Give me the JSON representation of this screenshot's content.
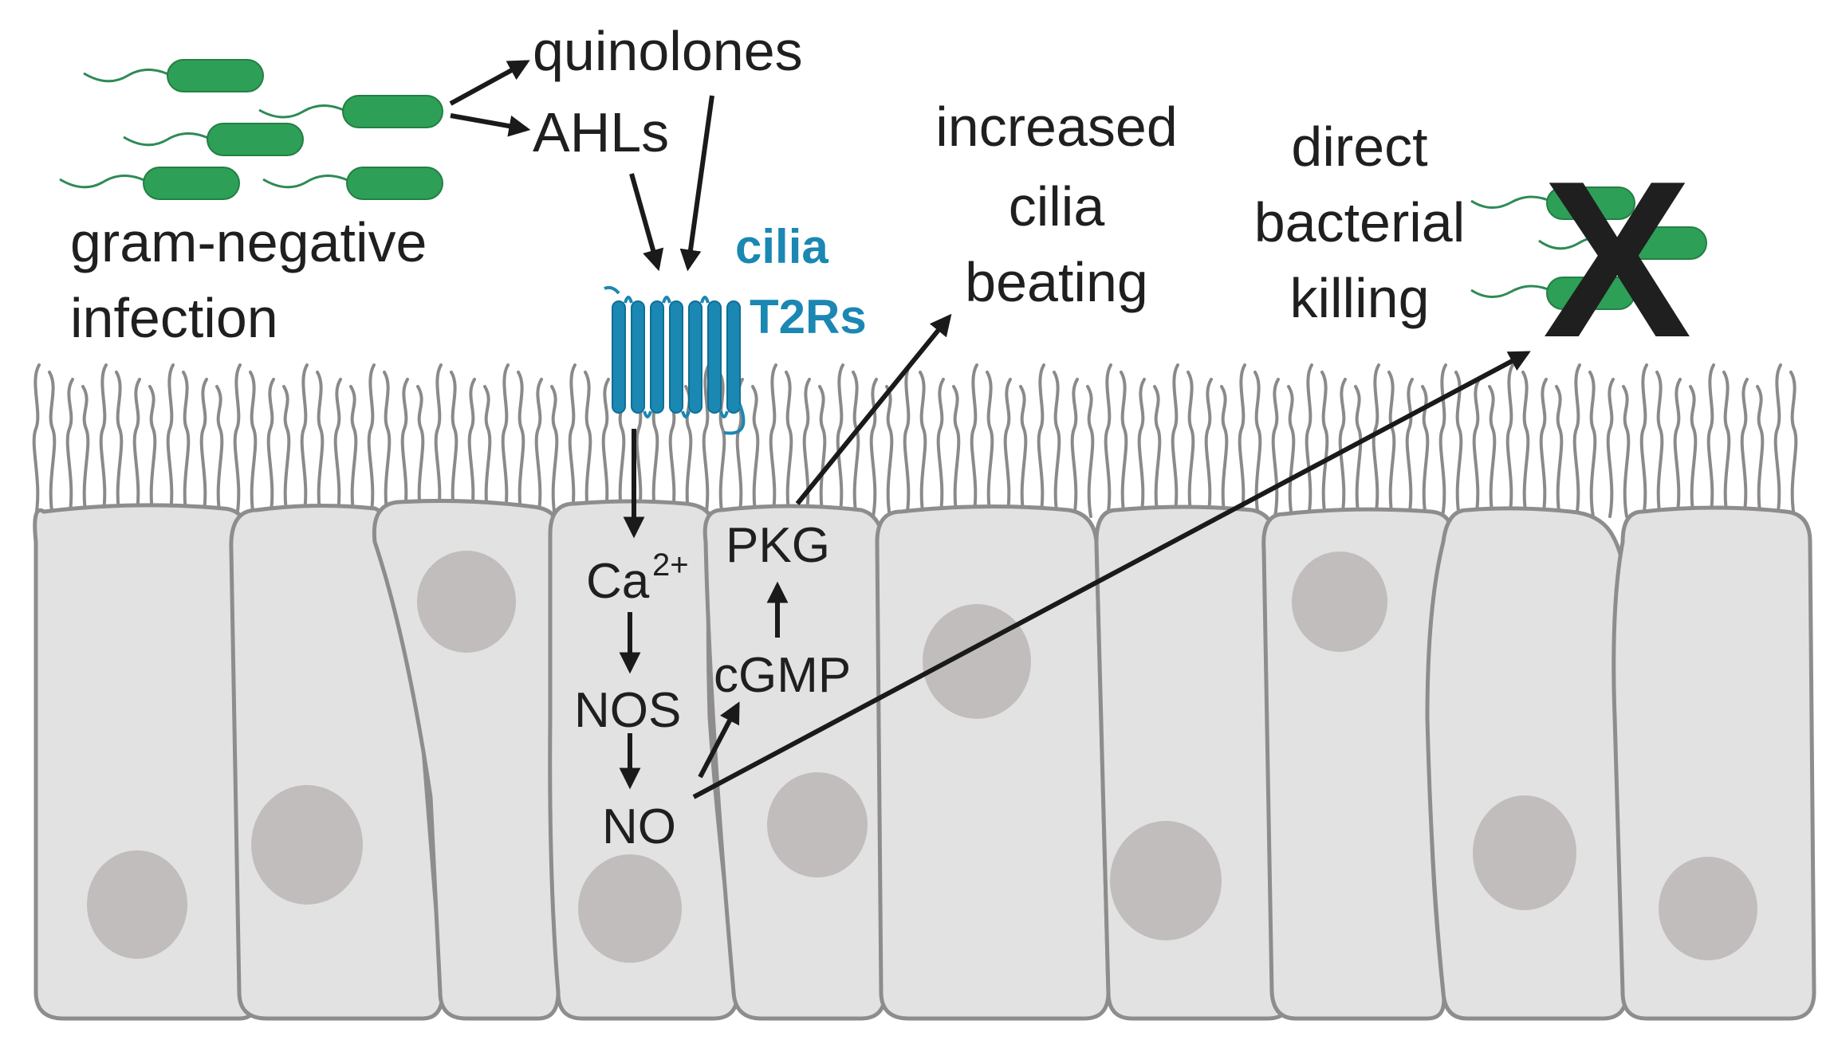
{
  "diagram": {
    "labels": {
      "infection": [
        "gram-negative",
        "infection"
      ],
      "quinolones": "quinolones",
      "ahls": "AHLs",
      "receptor": [
        "cilia",
        "T2Rs"
      ],
      "cilia_beating": [
        "increased",
        "cilia",
        "beating"
      ],
      "killing": [
        "direct",
        "bacterial",
        "killing"
      ],
      "ca": "Ca",
      "ca_superscript": "2+",
      "nos": "NOS",
      "no": "NO",
      "cgmp": "cGMP",
      "pkg": "PKG",
      "x_mark": "X"
    },
    "colors": {
      "bacteria": "#2e9f57",
      "receptor": "#1b87b3",
      "cell": "#e2e2e2",
      "nucleus": "#c1bdbc",
      "cilia": "#8c8989",
      "arrow": "#1a1a1a"
    }
  }
}
